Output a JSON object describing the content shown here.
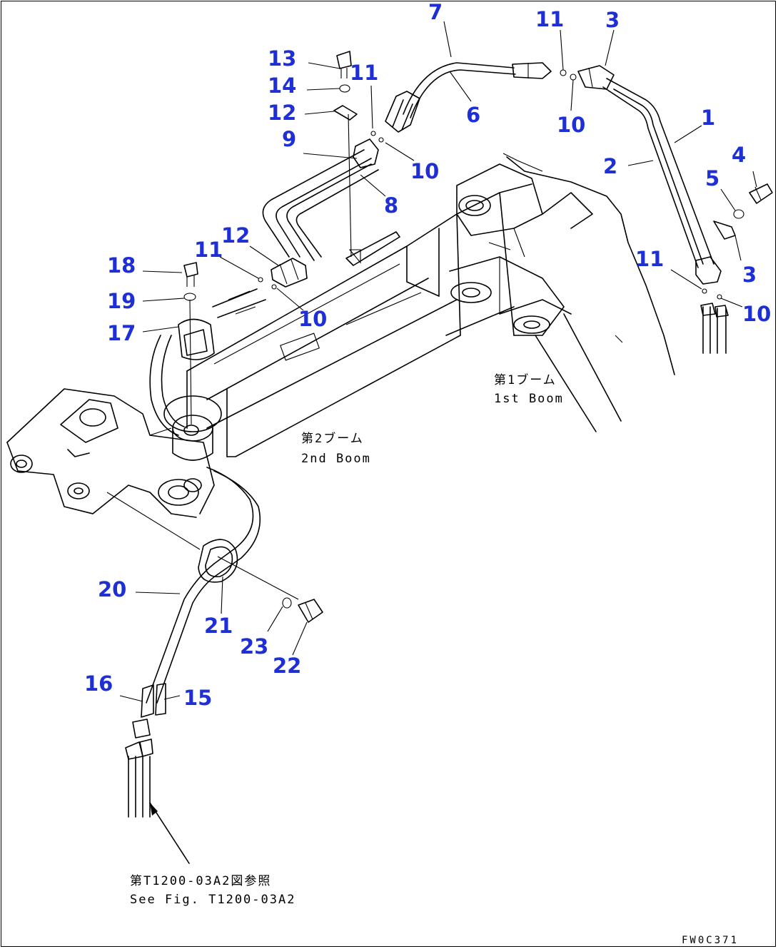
{
  "callouts": [
    {
      "id": "c7",
      "text": "7"
    },
    {
      "id": "c11a",
      "text": "11"
    },
    {
      "id": "c3a",
      "text": "3"
    },
    {
      "id": "c13",
      "text": "13"
    },
    {
      "id": "c11b",
      "text": "11"
    },
    {
      "id": "c14",
      "text": "14"
    },
    {
      "id": "c12a",
      "text": "12"
    },
    {
      "id": "c6",
      "text": "6"
    },
    {
      "id": "c10a",
      "text": "10"
    },
    {
      "id": "c1",
      "text": "1"
    },
    {
      "id": "c9",
      "text": "9"
    },
    {
      "id": "c2",
      "text": "2"
    },
    {
      "id": "c10b",
      "text": "10"
    },
    {
      "id": "c4",
      "text": "4"
    },
    {
      "id": "c5",
      "text": "5"
    },
    {
      "id": "c8",
      "text": "8"
    },
    {
      "id": "c12b",
      "text": "12"
    },
    {
      "id": "c11c",
      "text": "11"
    },
    {
      "id": "c11d",
      "text": "11"
    },
    {
      "id": "c18",
      "text": "18"
    },
    {
      "id": "c3b",
      "text": "3"
    },
    {
      "id": "c10c",
      "text": "10"
    },
    {
      "id": "c10d",
      "text": "10"
    },
    {
      "id": "c19",
      "text": "19"
    },
    {
      "id": "c17",
      "text": "17"
    },
    {
      "id": "c20",
      "text": "20"
    },
    {
      "id": "c21",
      "text": "21"
    },
    {
      "id": "c23",
      "text": "23"
    },
    {
      "id": "c22",
      "text": "22"
    },
    {
      "id": "c16",
      "text": "16"
    },
    {
      "id": "c15",
      "text": "15"
    }
  ],
  "labels": {
    "first_boom_jp": "第1ブーム",
    "first_boom_en": "1st Boom",
    "second_boom_jp": "第2ブーム",
    "second_boom_en": "2nd Boom",
    "see_fig_jp": "第T1200-03A2図参照",
    "see_fig_en": "See Fig. T1200-03A2",
    "drawing_code": "FW0C371"
  },
  "colors": {
    "callout": "#1f2fd6",
    "linework": "#000000",
    "background": "#ffffff"
  }
}
